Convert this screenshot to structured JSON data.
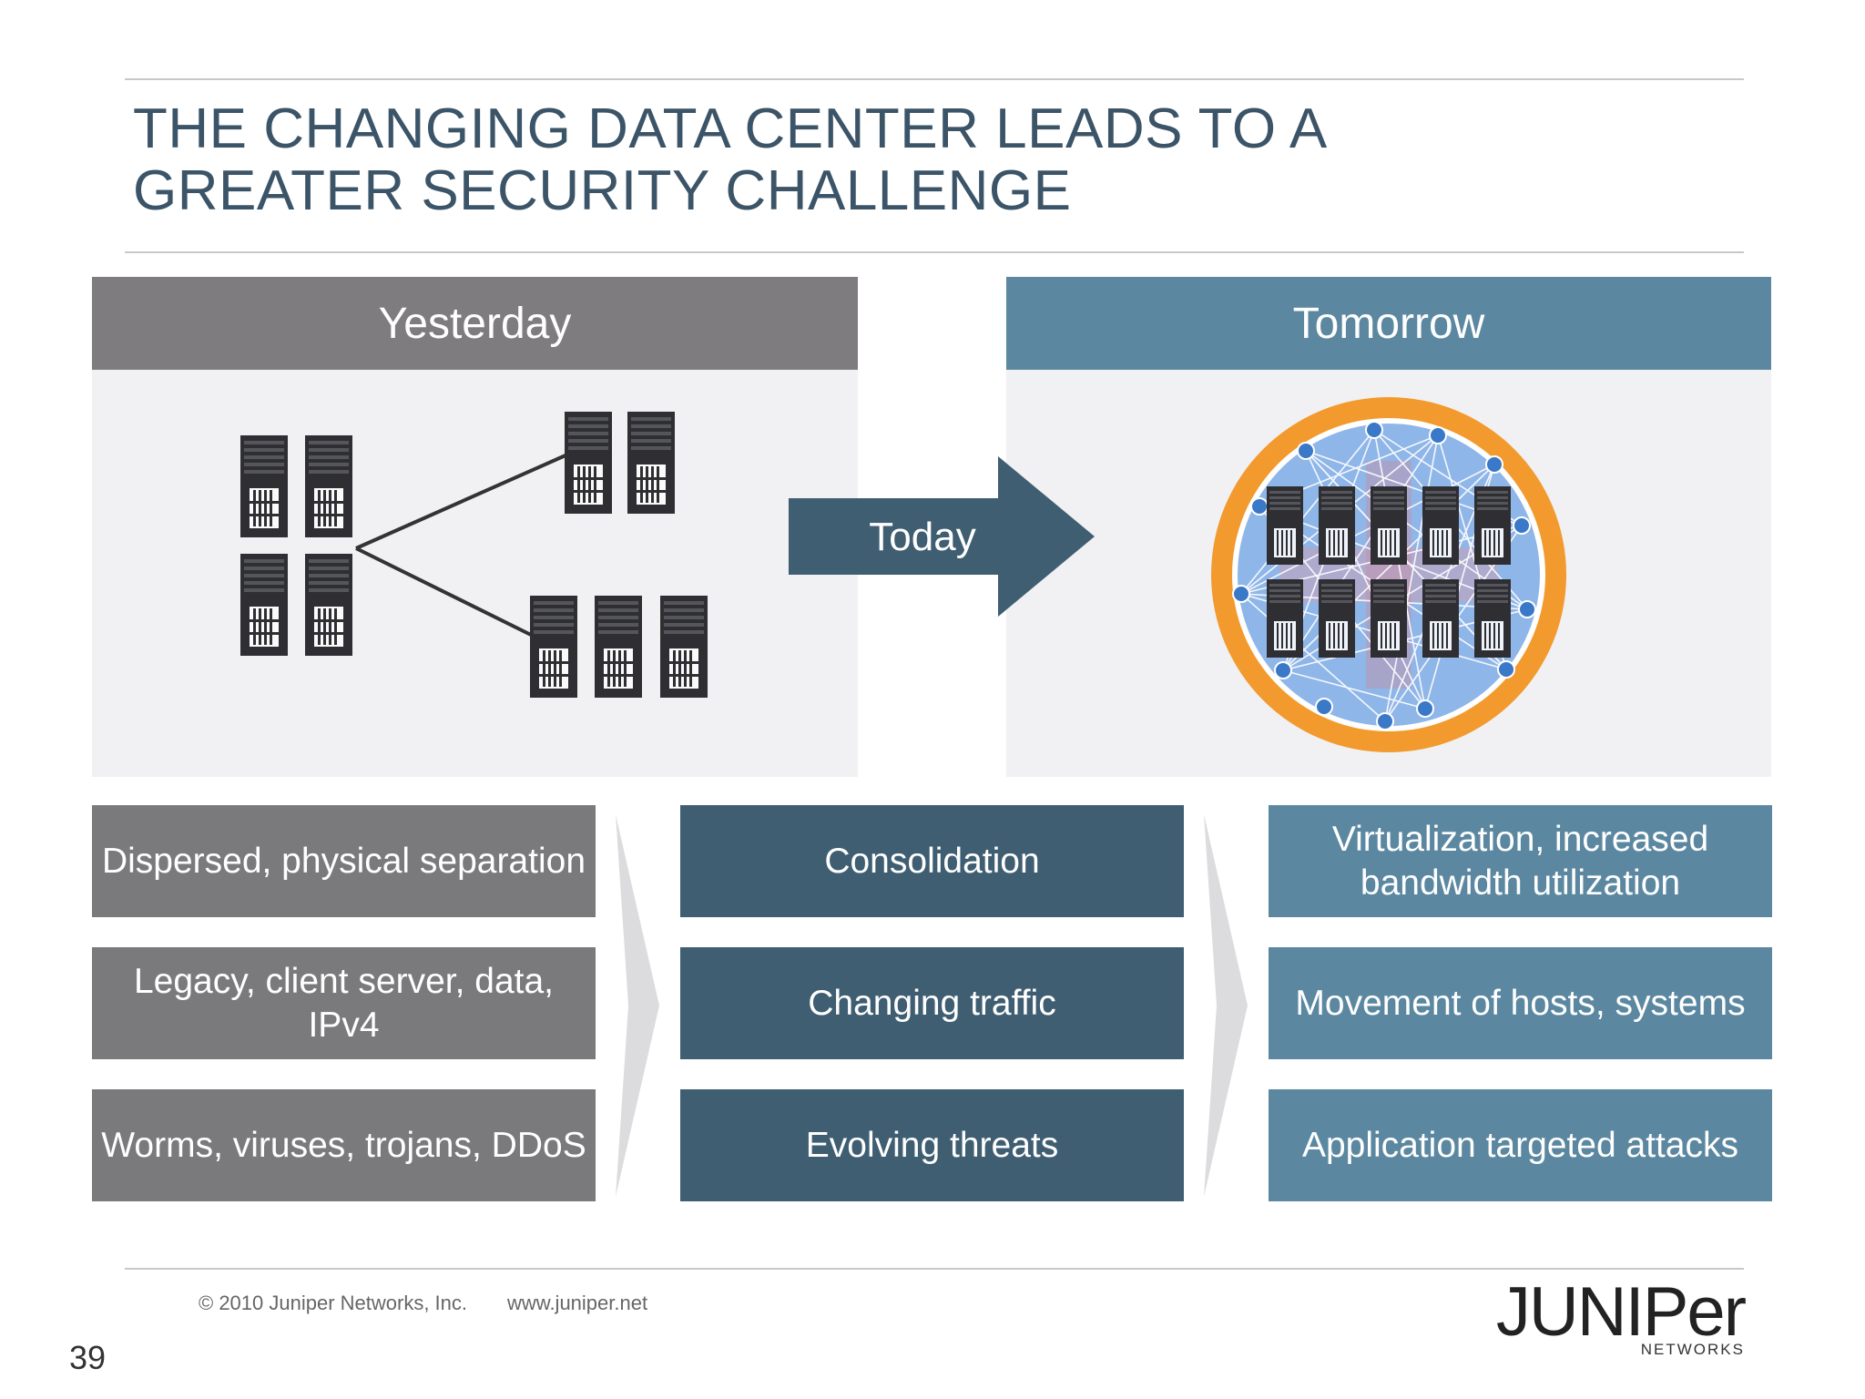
{
  "slide": {
    "title_line1": "THE CHANGING DATA CENTER LEADS TO A",
    "title_line2": "GREATER SECURITY CHALLENGE",
    "page_number": "39"
  },
  "columns": {
    "yesterday_label": "Yesterday",
    "tomorrow_label": "Tomorrow",
    "today_label": "Today"
  },
  "rows": {
    "yesterday": [
      "Dispersed, physical separation",
      "Legacy, client server, data, IPv4",
      "Worms, viruses, trojans, DDoS"
    ],
    "today": [
      "Consolidation",
      "Changing traffic",
      "Evolving threats"
    ],
    "tomorrow": [
      "Virtualization, increased bandwidth utilization",
      "Movement of hosts, systems",
      "Application targeted attacks"
    ]
  },
  "footer": {
    "copyright": "© 2010 Juniper Networks, Inc.",
    "url": "www.juniper.net"
  },
  "logo": {
    "wordmark": "JUNIPer",
    "tagline": "NETWORKS"
  },
  "colors": {
    "title": "#3b5468",
    "yesterday_header": "#7f7c80",
    "tomorrow_header": "#5b88a0",
    "grey_box": "#7a7a7c",
    "dark_box": "#3f5e72",
    "blue_box": "#5b88a0",
    "ring": "#f29a2e"
  }
}
